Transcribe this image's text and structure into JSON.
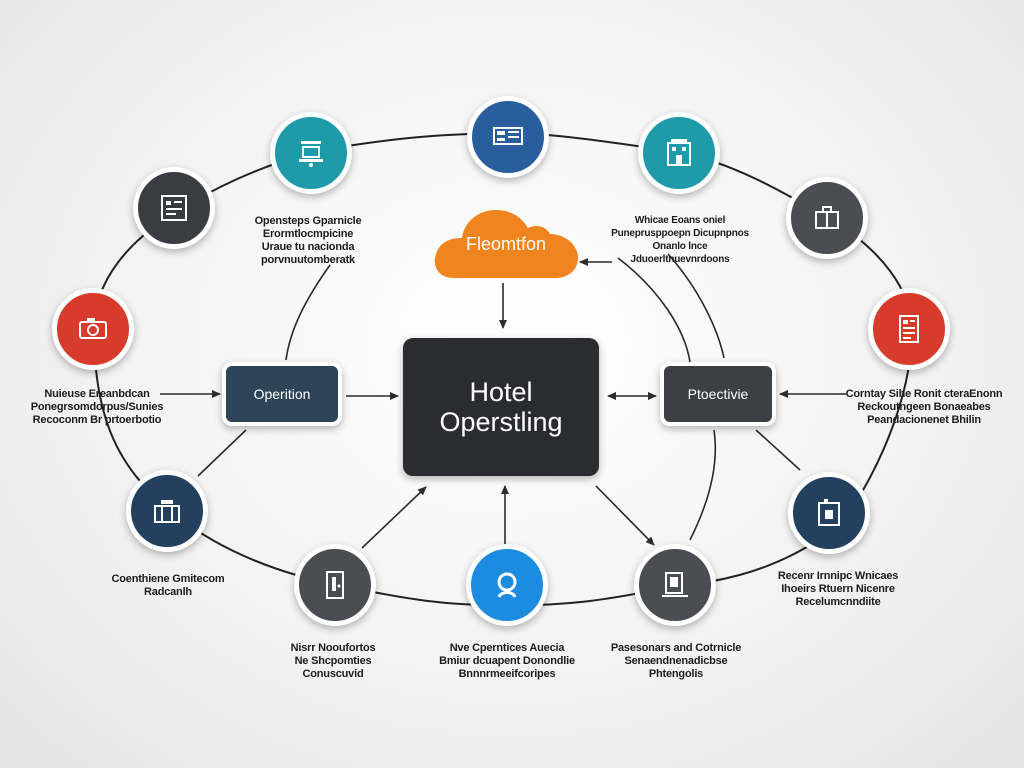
{
  "center": {
    "line1": "Hotel",
    "line2": "Operstling",
    "color": "#2a2c2f"
  },
  "left_box": {
    "label": "Operition",
    "color": "#2d4459"
  },
  "right_box": {
    "label": "Ptoectivie",
    "color": "#3c3f43"
  },
  "cloud": {
    "label": "Fleomtfon",
    "color": "#f0841e"
  },
  "nodes": [
    {
      "id": "n1",
      "color": "#1e9aa8",
      "icon": "reception-desk-icon"
    },
    {
      "id": "n2",
      "color": "#2a5f9e",
      "icon": "dashboard-screen-icon"
    },
    {
      "id": "n3",
      "color": "#1e9aa8",
      "icon": "building-icon"
    },
    {
      "id": "n4",
      "color": "#393d42",
      "icon": "calendar-grid-icon"
    },
    {
      "id": "n5",
      "color": "#4a4d52",
      "icon": "luggage-icon"
    },
    {
      "id": "n6",
      "color": "#d63b2c",
      "icon": "camera-icon"
    },
    {
      "id": "n7",
      "color": "#d63b2c",
      "icon": "document-list-icon"
    },
    {
      "id": "n8",
      "color": "#23415f",
      "icon": "gift-box-icon"
    },
    {
      "id": "n9",
      "color": "#23415f",
      "icon": "lock-icon"
    },
    {
      "id": "n10",
      "color": "#4a4d52",
      "icon": "door-icon"
    },
    {
      "id": "n11",
      "color": "#1c8ce0",
      "icon": "person-icon"
    },
    {
      "id": "n12",
      "color": "#4a4d52",
      "icon": "laptop-icon"
    }
  ],
  "labels": {
    "top_left": [
      "Opensteps Gparnicle",
      "Erormtlocmpicine",
      "Uraue tu nacionda",
      "porvnuutomberatk"
    ],
    "top_right": [
      "Whicae Eoans oniel",
      "Puneprusppoepn Dicupnpnos",
      "Onanlo lnce",
      "Jduoerltnuevnrdoons"
    ],
    "left": [
      "Nuieuse Ereanbdcan",
      "Ponegrsomdorpus/Sunies",
      "Recoconm Br prtoerbotio"
    ],
    "right": [
      "Corntay Sihe Ronit cteraEnonn",
      "Reckoutngeen Bonaeabes",
      "Peandacionenet Bhilin"
    ],
    "bottom_left": [
      "Coenthiene Gmitecom",
      "Radcanlh"
    ],
    "bottom_right": [
      "Recenr Irnnipc Wnicaes",
      "Ihoeirs Rtuern Nicenre",
      "Recelumcnndiite"
    ],
    "bottom_cl": [
      "Nisrr Nooufortos",
      "Ne Shcpomties",
      "Conuscuvid"
    ],
    "bottom_c": [
      "Nve Cperntices Auecia",
      "Bmiur dcuapent Donondlie",
      "Bnnnrmeeifcoripes"
    ],
    "bottom_cr": [
      "Pasesonars and Cotrnicle",
      "Senaendnenadicbse",
      "Phtengolis"
    ]
  }
}
